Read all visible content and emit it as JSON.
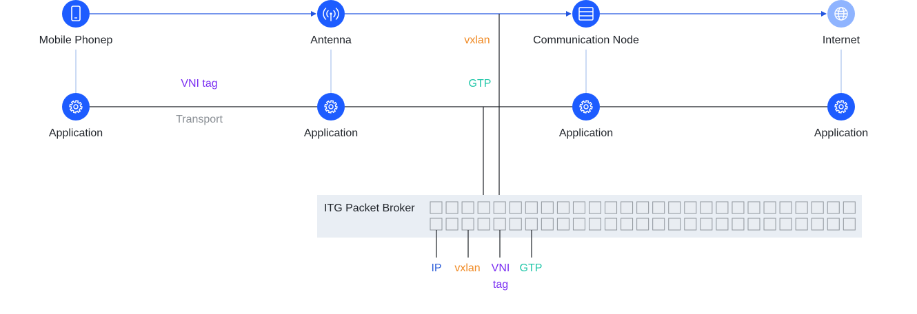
{
  "colors": {
    "primary": "#1d5cff",
    "globe": "#8fb4ff",
    "broker_bg": "#e9eef4",
    "purple": "#7b2ff2",
    "orange": "#f08a24",
    "teal": "#22c7a9",
    "blue": "#2e5fd9"
  },
  "nodes": {
    "mobile": {
      "label": "Mobile Phonep",
      "icon": "mobile-phone-icon"
    },
    "antenna": {
      "label": "Antenna",
      "icon": "antenna-icon"
    },
    "comm": {
      "label": "Communication Node",
      "icon": "server-icon"
    },
    "internet": {
      "label": "Internet",
      "icon": "globe-icon"
    }
  },
  "apps": {
    "a1": {
      "label": "Application",
      "icon": "gear-icon"
    },
    "a2": {
      "label": "Application",
      "icon": "gear-icon"
    },
    "a3": {
      "label": "Application",
      "icon": "gear-icon"
    },
    "a4": {
      "label": "Application",
      "icon": "gear-icon"
    }
  },
  "annotations": {
    "vni_tag": "VNI tag",
    "transport": "Transport",
    "vxlan": "vxlan",
    "gtp": "GTP"
  },
  "broker": {
    "title": "ITG Packet Broker",
    "ports_per_row": 27,
    "rows": 2
  },
  "outputs": {
    "ip": "IP",
    "vxlan": "vxlan",
    "vni_line1": "VNI",
    "vni_line2": "tag",
    "gtp": "GTP"
  }
}
